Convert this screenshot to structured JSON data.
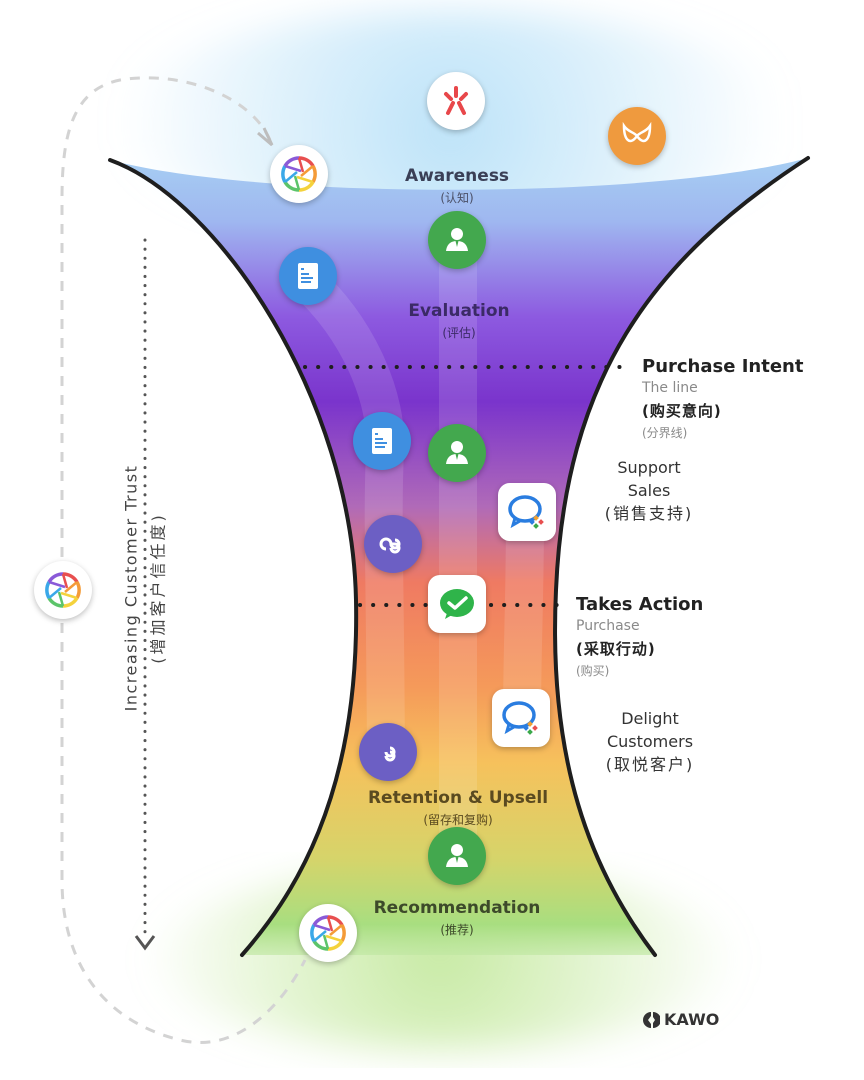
{
  "stages": {
    "awareness": {
      "en": "Awareness",
      "zh": "(认知)"
    },
    "evaluation": {
      "en": "Evaluation",
      "zh": "(评估)"
    },
    "retention": {
      "en": "Retention & Upsell",
      "zh": "(留存和复购)"
    },
    "recommendation": {
      "en": "Recommendation",
      "zh": "(推荐)"
    }
  },
  "purchase_intent": {
    "title": "Purchase Intent",
    "sub": "The line",
    "zh": "(购买意向)",
    "zh2": "(分界线)"
  },
  "takes_action": {
    "title": "Takes Action",
    "sub": "Purchase",
    "zh": "(采取行动)",
    "zh2": "(购买)"
  },
  "support_sales": {
    "line1": "Support",
    "line2": "Sales",
    "zh": "(销售支持)"
  },
  "delight_customers": {
    "line1": "Delight",
    "line2": "Customers",
    "zh": "(取悦客户)"
  },
  "trust_axis": {
    "en": "Increasing Customer Trust",
    "zh": "(增加客户信任度)"
  },
  "brand": {
    "name": "KAWO"
  },
  "colors": {
    "funnel_top": "#8ecaf0",
    "funnel_mid": "#7b3ad0",
    "funnel_low": "#f07a5a",
    "funnel_yellow": "#f6c45a",
    "funnel_green": "#a6dc7a",
    "edge": "#1e1e1e"
  },
  "icons": [
    "weibo-icon",
    "lemon-icon",
    "aperture-icon",
    "document-icon",
    "user-icon",
    "mini-program-icon",
    "wechat-icon",
    "wecom-icon"
  ]
}
